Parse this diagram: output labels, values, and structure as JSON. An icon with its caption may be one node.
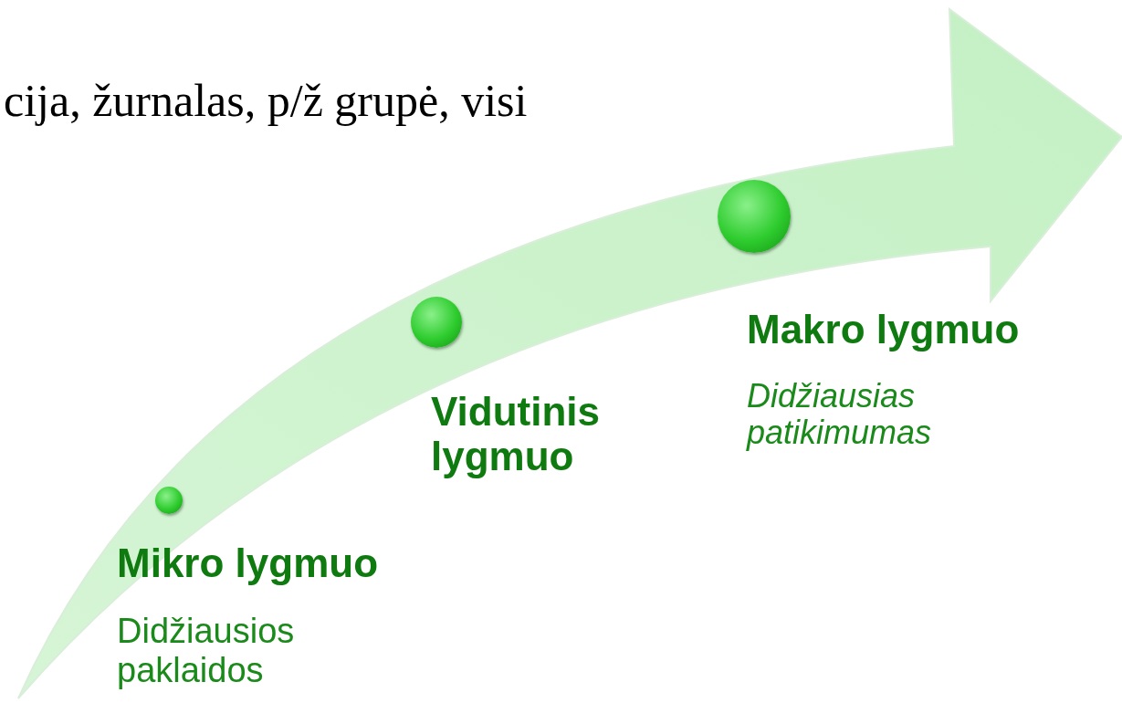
{
  "diagram": {
    "nodes": [
      {
        "text": [],
        "shape": "circle",
        "beside": [
          "Mikro lygmuo",
          "Didžiausios paklaidos"
        ]
      },
      {
        "text": [],
        "shape": "circle",
        "beside": [
          "Vidutinis lygmuo"
        ]
      },
      {
        "text": [],
        "shape": "circle",
        "beside": [
          "Makro lygmuo",
          "Didžiausias patikimumas"
        ]
      }
    ],
    "edges": [],
    "labels": [
      "cija, žurnalas, p/ž grupė, visi"
    ]
  }
}
